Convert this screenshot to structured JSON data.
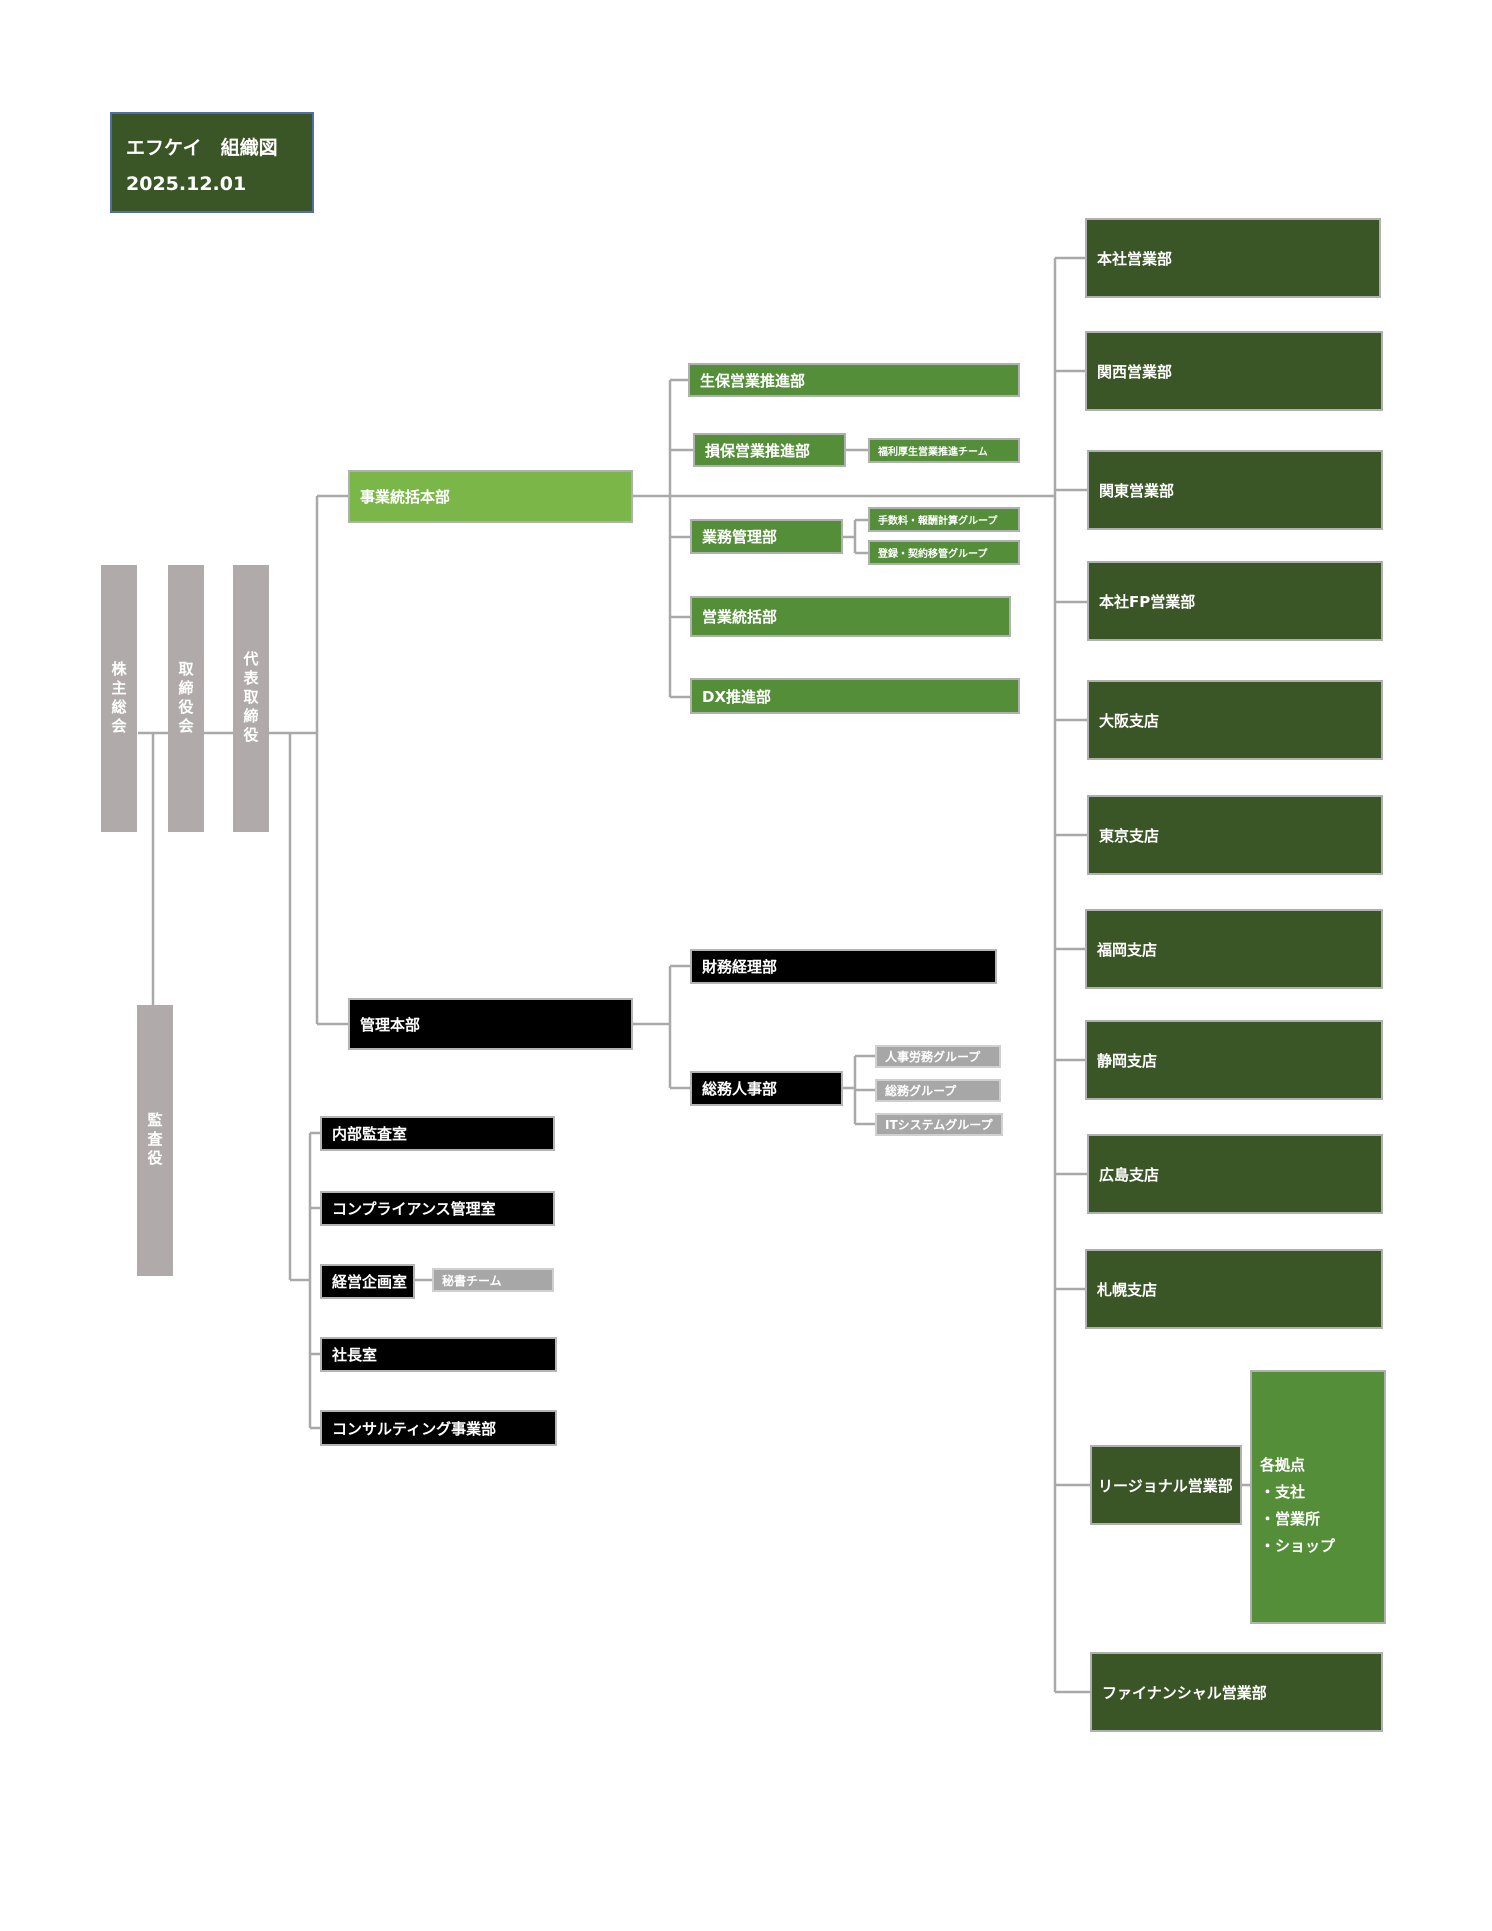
{
  "header": {
    "company": "エフケイ　組織図",
    "date": "2025.12.01"
  },
  "top": {
    "shareholders": "株主総会",
    "board": "取締役会",
    "ceo": "代表取締役",
    "auditor": "監査役"
  },
  "business": {
    "hq": "事業統括本部",
    "life_sales": "生保営業推進部",
    "nonlife_sales": "損保営業推進部",
    "welfare_team": "福利厚生営業推進チーム",
    "ops_mgmt": "業務管理部",
    "fee_group": "手数料・報酬計算グループ",
    "reg_group": "登録・契約移管グループ",
    "sales_control": "営業統括部",
    "dx": "DX推進部"
  },
  "admin": {
    "hq": "管理本部",
    "finance": "財務経理部",
    "ga_hr": "総務人事部",
    "hr_labor": "人事労務グループ",
    "ga_group": "総務グループ",
    "it_group": "ITシステムグループ"
  },
  "staff": {
    "audit": "内部監査室",
    "compliance": "コンプライアンス管理室",
    "planning": "経営企画室",
    "secretary": "秘書チーム",
    "president": "社長室",
    "consulting": "コンサルティング事業部"
  },
  "branches": {
    "honsha": "本社営業部",
    "kansai": "関西営業部",
    "kanto": "関東営業部",
    "honsha_fp": "本社FP営業部",
    "osaka": "大阪支店",
    "tokyo": "東京支店",
    "fukuoka": "福岡支店",
    "shizuoka": "静岡支店",
    "hiroshima": "広島支店",
    "sapporo": "札幌支店",
    "regional": "リージョナル営業部",
    "financial": "ファイナンシャル営業部"
  },
  "regional_sites": {
    "heading": "各拠点",
    "items": [
      "・支社",
      "・営業所",
      "・ショップ"
    ]
  },
  "colors": {
    "dark_green": "#3a5526",
    "mid_green": "#548e38",
    "light_green": "#7ab648",
    "black": "#000000",
    "grey": "#a7a7a7",
    "board_grey": "#b0aaaa",
    "connector": "#a9a9a9"
  }
}
